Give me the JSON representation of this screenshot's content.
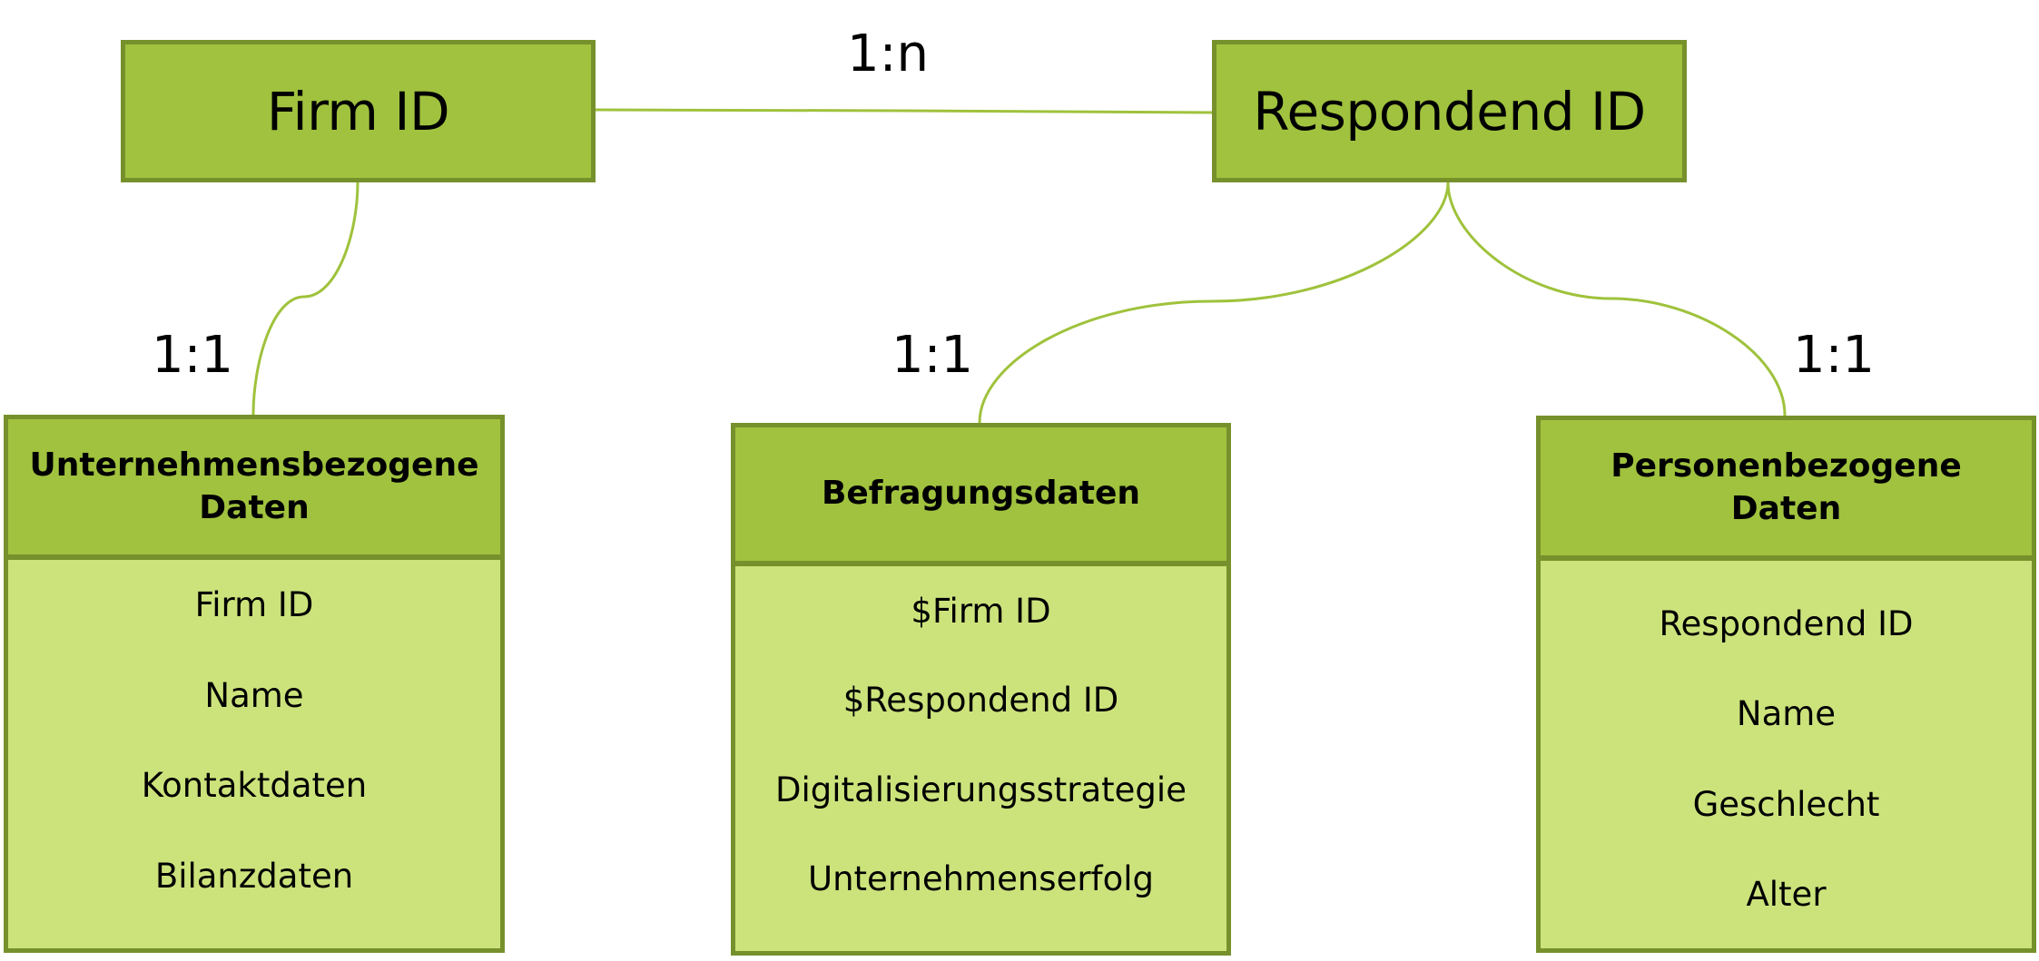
{
  "colors": {
    "key_fill": "#a0c23e",
    "border": "#76912c",
    "body_fill": "#cce37c",
    "connector": "#9fc23c"
  },
  "keys": {
    "firm_id": "Firm ID",
    "respondend_id": "Respondend ID"
  },
  "relations": {
    "firm_respondend": "1:n",
    "firm_company": "1:1",
    "respondend_survey": "1:1",
    "respondend_person": "1:1"
  },
  "entities": [
    {
      "title": "Unternehmensbezogene Daten",
      "attributes": [
        "Firm ID",
        "Name",
        "Kontaktdaten",
        "Bilanzdaten"
      ]
    },
    {
      "title": "Befragungsdaten",
      "attributes": [
        "$Firm ID",
        "$Respondend ID",
        "Digitalisierungsstrategie",
        "Unternehmenserfolg"
      ]
    },
    {
      "title": "Personenbezogene Daten",
      "attributes": [
        "Respondend ID",
        "Name",
        "Geschlecht",
        "Alter"
      ]
    }
  ]
}
